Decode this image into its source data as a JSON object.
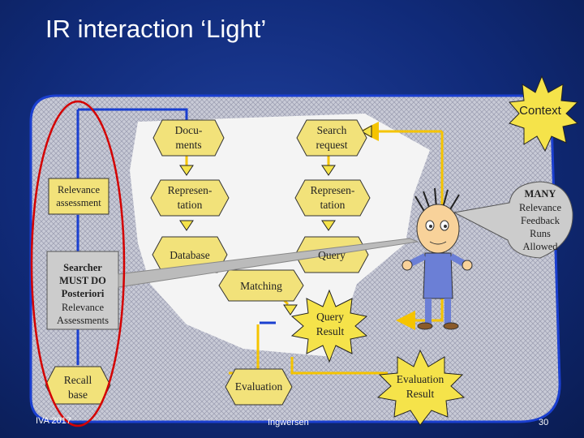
{
  "title": "IR interaction ‘Light’",
  "nodes": {
    "context": "Context",
    "documents": "Docu-\nments",
    "search_request": "Search\nrequest",
    "representation_left": "Represen-\ntation",
    "representation_right": "Represen-\ntation",
    "database": "Database",
    "query": "Query",
    "matching": "Matching",
    "query_result": "Query\nResult",
    "evaluation": "Evaluation",
    "evaluation_result": "Evaluation\nResult",
    "relevance_assessment": "Relevance\nassessment",
    "recall_base": "Recall\nbase",
    "searcher_note_bold": "Searcher\nMUST DO\nPosteriori",
    "searcher_note_rest": "Relevance\nAssessments",
    "many_bold": "MANY",
    "many_rest": "Relevance\nFeedback\nRuns\nAllowed"
  },
  "footer": {
    "left": "IVA 2017",
    "center": "Ingwersen",
    "page": "30"
  },
  "colors": {
    "background": "#102a78",
    "node_fill": "#f2e27a",
    "arrow": "#f5c400",
    "note_fill": "#cccccc",
    "ellipse": "#d40000",
    "border_blue": "#1a3fd0"
  }
}
